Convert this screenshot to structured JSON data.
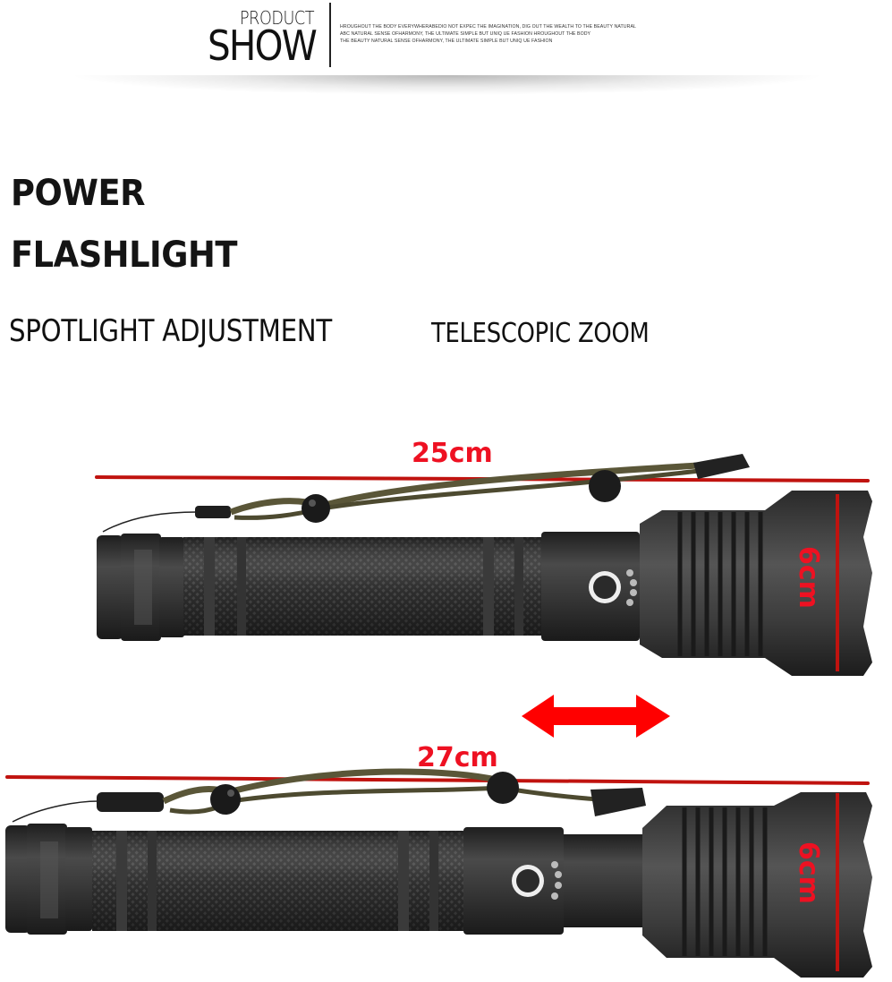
{
  "header": {
    "product_label": "PRODUCT",
    "show_label": "SHOW",
    "blurb_lines": [
      "HROUGHOUT THE BODY EVERYWHERABEDIO NOT EXPEC THE IMAGINATION, DIG OUT THE WEALTH TO THE BEAUTY NATURAL",
      "ABC NATURAL SENSE OFHARMONY, THE ULTIMATE SIMPLE BUT UNIQ UE FASHION HROUGHOUT THE BODY",
      "THE BEAUTY NATURAL SENSE OFHARMONY, THE ULTIMATE SIMPLE BUT UNIQ UE FASHION"
    ]
  },
  "titles": {
    "line1": "POWER",
    "line2": "FLASHLIGHT",
    "feature1": "SPOTLIGHT ADJUSTMENT",
    "feature2": "TELESCOPIC ZOOM"
  },
  "measurements": {
    "retracted_length": "25cm",
    "extended_length": "27cm",
    "head_diameter_top": "6cm",
    "head_diameter_bottom": "6cm"
  },
  "icons": {
    "zoom_arrow": "double-headed-arrow-icon"
  },
  "colors": {
    "measure_line": "#c0130f",
    "measure_text": "#ee1122",
    "arrow": "#ff0000",
    "body_dark": "#2b2b2b",
    "lanyard": "#5a5638"
  }
}
